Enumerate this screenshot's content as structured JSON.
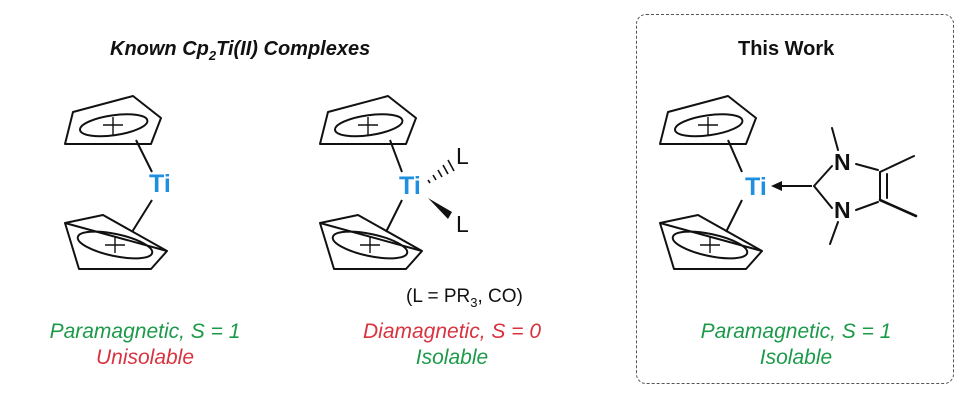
{
  "colors": {
    "ti": "#1f8fe0",
    "green": "#1c9a4a",
    "red": "#d93340",
    "ink": "#111111"
  },
  "known": {
    "header_pre": "Known Cp",
    "header_sub": "2",
    "header_post": "Ti(II) Complexes",
    "left": {
      "metal": "Ti",
      "caption1": "Paramagnetic, S = 1",
      "caption2": "Unisolable"
    },
    "middle": {
      "metal": "Ti",
      "ligand1": "L",
      "ligand2": "L",
      "note_pre": "(L = PR",
      "note_sub": "3",
      "note_post": ", CO)",
      "caption1": "Diamagnetic, S = 0",
      "caption2": "Isolable"
    }
  },
  "this_work": {
    "header": "This Work",
    "metal": "Ti",
    "atom_n1": "N",
    "atom_n2": "N",
    "caption1": "Paramagnetic, S = 1",
    "caption2": "Isolable"
  }
}
